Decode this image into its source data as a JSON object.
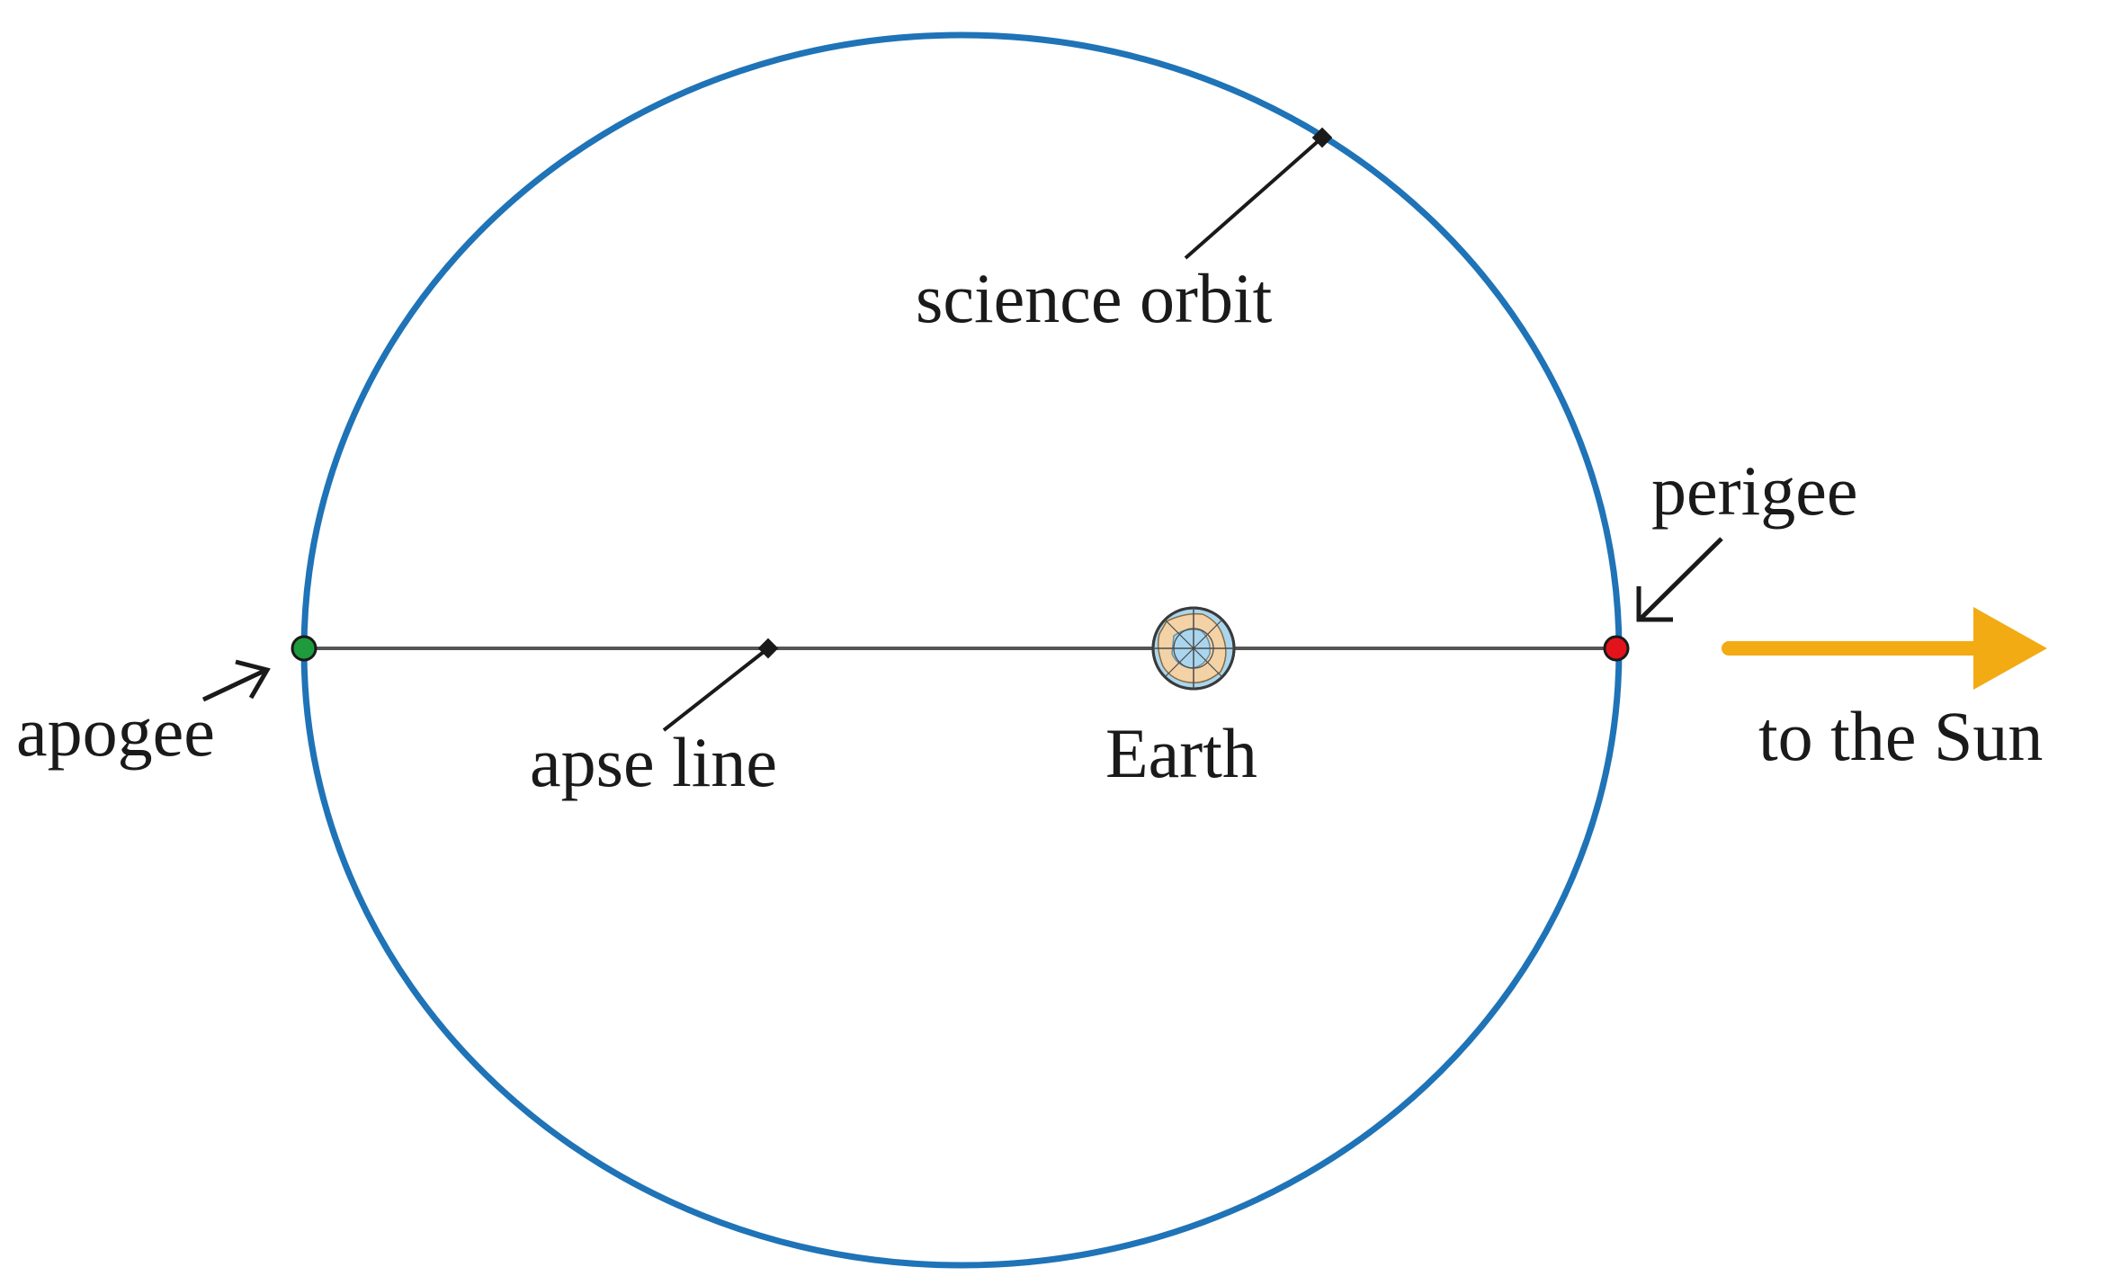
{
  "labels": {
    "science_orbit": "science orbit",
    "perigee": "perigee",
    "apogee": "apogee",
    "apse_line": "apse line",
    "earth": "Earth",
    "to_the_sun": "to the Sun"
  },
  "colors": {
    "orbit": "#1f73b7",
    "apse_line": "#555555",
    "apogee_marker": "#1e9b3c",
    "perigee_marker": "#e3131b",
    "sun_arrow": "#f2ab13",
    "earth_ocean": "#a9d6ee",
    "earth_land": "#f3d2a6",
    "text": "#1a1a1a"
  },
  "icons": {
    "earth": "earth-globe-icon",
    "sun_direction": "arrow-right-icon"
  }
}
